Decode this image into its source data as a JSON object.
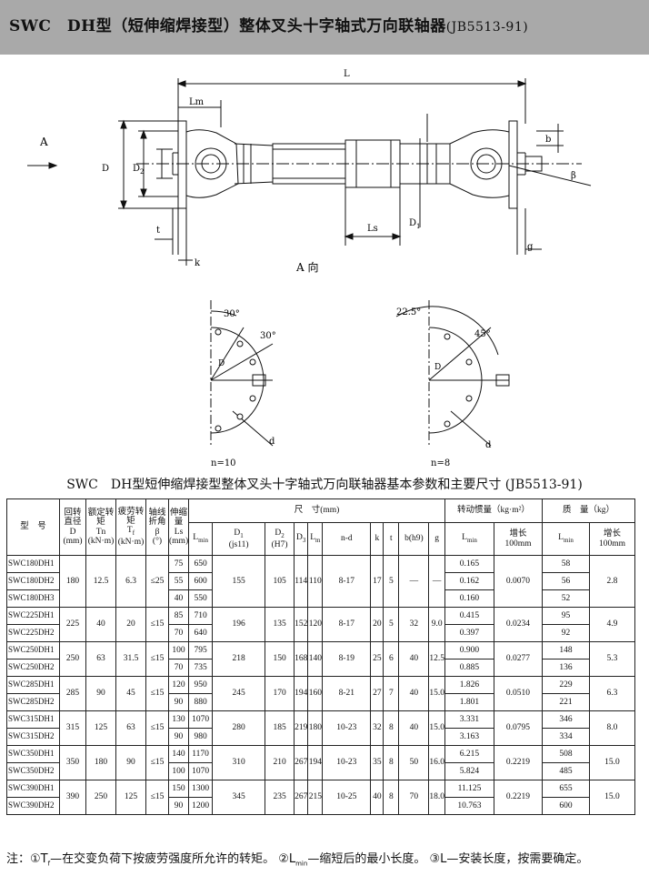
{
  "title": {
    "main": "SWC　DH型（短伸缩焊接型）整体叉头十字轴式万向联轴器",
    "code": "(JB5513-91)"
  },
  "drawing": {
    "labels": {
      "L": "L",
      "Lm": "Lm",
      "A": "A",
      "A_view": "A  向",
      "D": "D",
      "D2": "D",
      "D2sub": "2",
      "t": "t",
      "k": "k",
      "Ls": "Ls",
      "D1": "D",
      "D1sub": "1",
      "b": "b",
      "beta": "β",
      "g": "g",
      "d10": "d",
      "d8": "d",
      "n10": "n=10",
      "n8": "n=8",
      "ang30a": "30°",
      "ang30b": "30°",
      "ang225": "22.5°",
      "ang45": "45°",
      "D1a": "D",
      "D1b": "D"
    }
  },
  "table": {
    "title": "SWC　DH型短伸缩焊接型整体叉头十字轴式万向联轴器基本参数和主要尺寸 (JB5513-91)",
    "headers": {
      "model": "型　号",
      "D_top": "回转直径",
      "D_sym": "D",
      "D_unit": "(mm)",
      "Tn_top": "额定转矩",
      "Tn_sym": "Tn",
      "Tn_unit": "(kN·m)",
      "Tf_top": "疲劳转矩",
      "Tf_sym": "T",
      "Tf_sub": "f",
      "Tf_unit": "(kN·m)",
      "beta_top": "轴线折角",
      "beta_sym": "β",
      "beta_unit": "(°)",
      "Ls_top": "伸缩量",
      "Ls_sym": "Ls",
      "Ls_unit": "(mm)",
      "dim": "尺　寸(mm)",
      "Lmin": "L",
      "Lmin_sub": "min",
      "D1": "D",
      "D1_sub": "1",
      "D1_fit": "(js11)",
      "D2": "D",
      "D2_sub": "2",
      "D2_fit": "(H7)",
      "D3": "D",
      "D3_sub": "3",
      "Lm": "L",
      "Lm_sub": "m",
      "nd": "n-d",
      "k": "k",
      "t": "t",
      "bh9": "b(h9)",
      "g": "g",
      "inertia": "转动惯量（kg·m²）",
      "iLmin": "L",
      "iLmin_sub": "min",
      "iInc": "增长",
      "iInc2": "100mm",
      "mass": "质　量（kg）",
      "mLmin": "L",
      "mLmin_sub": "min",
      "mInc": "增长",
      "mInc2": "100mm"
    },
    "groups": [
      {
        "D": "180",
        "Tn": "12.5",
        "Tf": "6.3",
        "beta": "≤25",
        "D1": "155",
        "D2": "105",
        "D3": "114",
        "Lm": "110",
        "nd": "8-17",
        "k": "17",
        "t": "5",
        "b": "—",
        "g": "—",
        "iInc": "0.0070",
        "mInc": "2.8",
        "rows": [
          {
            "model": "SWC180DH1",
            "Ls": "75",
            "Lmin": "650",
            "iLmin": "0.165",
            "mLmin": "58"
          },
          {
            "model": "SWC180DH2",
            "Ls": "55",
            "Lmin": "600",
            "iLmin": "0.162",
            "mLmin": "56"
          },
          {
            "model": "SWC180DH3",
            "Ls": "40",
            "Lmin": "550",
            "iLmin": "0.160",
            "mLmin": "52"
          }
        ]
      },
      {
        "D": "225",
        "Tn": "40",
        "Tf": "20",
        "beta": "≤15",
        "D1": "196",
        "D2": "135",
        "D3": "152",
        "Lm": "120",
        "nd": "8-17",
        "k": "20",
        "t": "5",
        "b": "32",
        "g": "9.0",
        "iInc": "0.0234",
        "mInc": "4.9",
        "rows": [
          {
            "model": "SWC225DH1",
            "Ls": "85",
            "Lmin": "710",
            "iLmin": "0.415",
            "mLmin": "95"
          },
          {
            "model": "SWC225DH2",
            "Ls": "70",
            "Lmin": "640",
            "iLmin": "0.397",
            "mLmin": "92"
          }
        ]
      },
      {
        "D": "250",
        "Tn": "63",
        "Tf": "31.5",
        "beta": "≤15",
        "D1": "218",
        "D2": "150",
        "D3": "168",
        "Lm": "140",
        "nd": "8-19",
        "k": "25",
        "t": "6",
        "b": "40",
        "g": "12.5",
        "iInc": "0.0277",
        "mInc": "5.3",
        "rows": [
          {
            "model": "SWC250DH1",
            "Ls": "100",
            "Lmin": "795",
            "iLmin": "0.900",
            "mLmin": "148"
          },
          {
            "model": "SWC250DH2",
            "Ls": "70",
            "Lmin": "735",
            "iLmin": "0.885",
            "mLmin": "136"
          }
        ]
      },
      {
        "D": "285",
        "Tn": "90",
        "Tf": "45",
        "beta": "≤15",
        "D1": "245",
        "D2": "170",
        "D3": "194",
        "Lm": "160",
        "nd": "8-21",
        "k": "27",
        "t": "7",
        "b": "40",
        "g": "15.0",
        "iInc": "0.0510",
        "mInc": "6.3",
        "rows": [
          {
            "model": "SWC285DH1",
            "Ls": "120",
            "Lmin": "950",
            "iLmin": "1.826",
            "mLmin": "229"
          },
          {
            "model": "SWC285DH2",
            "Ls": "90",
            "Lmin": "880",
            "iLmin": "1.801",
            "mLmin": "221"
          }
        ]
      },
      {
        "D": "315",
        "Tn": "125",
        "Tf": "63",
        "beta": "≤15",
        "D1": "280",
        "D2": "185",
        "D3": "219",
        "Lm": "180",
        "nd": "10-23",
        "k": "32",
        "t": "8",
        "b": "40",
        "g": "15.0",
        "iInc": "0.0795",
        "mInc": "8.0",
        "rows": [
          {
            "model": "SWC315DH1",
            "Ls": "130",
            "Lmin": "1070",
            "iLmin": "3.331",
            "mLmin": "346"
          },
          {
            "model": "SWC315DH2",
            "Ls": "90",
            "Lmin": "980",
            "iLmin": "3.163",
            "mLmin": "334"
          }
        ]
      },
      {
        "D": "350",
        "Tn": "180",
        "Tf": "90",
        "beta": "≤15",
        "D1": "310",
        "D2": "210",
        "D3": "267",
        "Lm": "194",
        "nd": "10-23",
        "k": "35",
        "t": "8",
        "b": "50",
        "g": "16.0",
        "iInc": "0.2219",
        "mInc": "15.0",
        "rows": [
          {
            "model": "SWC350DH1",
            "Ls": "140",
            "Lmin": "1170",
            "iLmin": "6.215",
            "mLmin": "508"
          },
          {
            "model": "SWC350DH2",
            "Ls": "100",
            "Lmin": "1070",
            "iLmin": "5.824",
            "mLmin": "485"
          }
        ]
      },
      {
        "D": "390",
        "Tn": "250",
        "Tf": "125",
        "beta": "≤15",
        "D1": "345",
        "D2": "235",
        "D3": "267",
        "Lm": "215",
        "nd": "10-25",
        "k": "40",
        "t": "8",
        "b": "70",
        "g": "18.0",
        "iInc": "0.2219",
        "mInc": "15.0",
        "rows": [
          {
            "model": "SWC390DH1",
            "Ls": "150",
            "Lmin": "1300",
            "iLmin": "11.125",
            "mLmin": "655"
          },
          {
            "model": "SWC390DH2",
            "Ls": "90",
            "Lmin": "1200",
            "iLmin": "10.763",
            "mLmin": "600"
          }
        ]
      }
    ]
  },
  "note": {
    "p1": "注：①T",
    "p1sub": "f",
    "p2": "—在交变负荷下按疲劳强度所允许的转矩。 ②L",
    "p2sub": "min",
    "p3": "—缩短后的最小长度。 ③L—安装长度，按需要确定。"
  }
}
